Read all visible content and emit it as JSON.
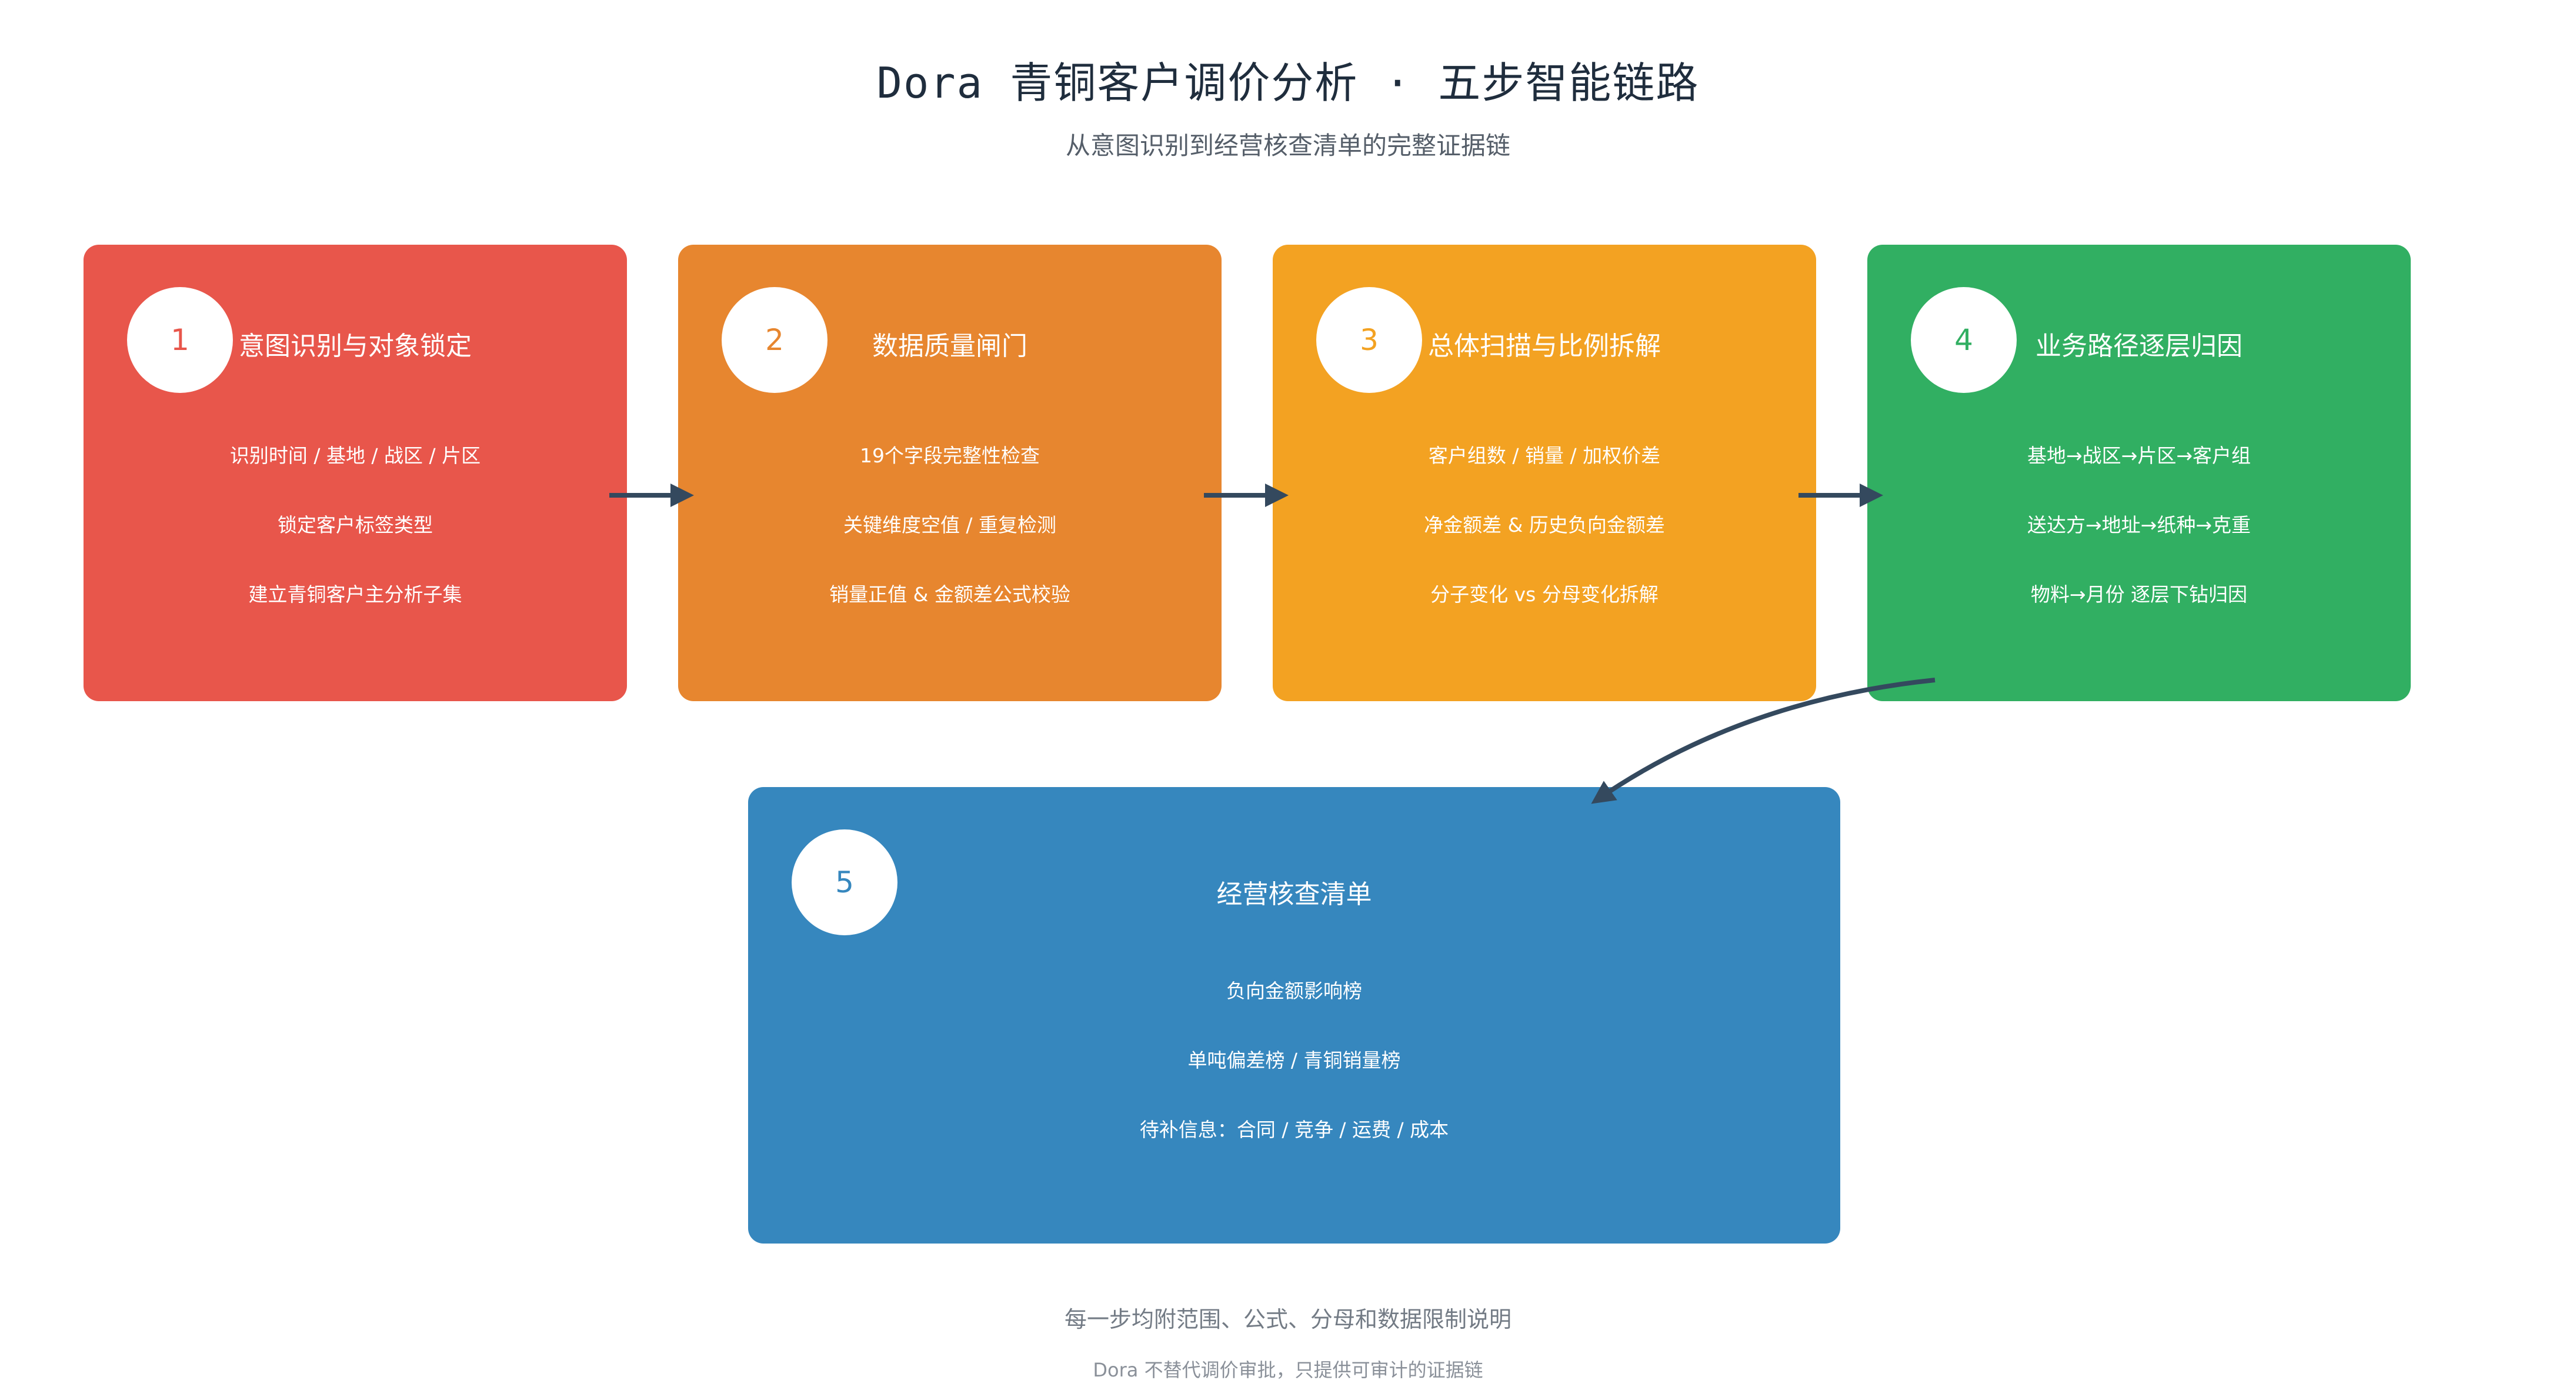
{
  "header": {
    "title": "Dora 青铜客户调价分析 · 五步智能链路",
    "subtitle": "从意图识别到经营核查清单的完整证据链"
  },
  "steps": [
    {
      "number": "1",
      "title": "意图识别与对象锁定",
      "items": [
        "识别时间 / 基地 / 战区 / 片区",
        "锁定客户标签类型",
        "建立青铜客户主分析子集"
      ],
      "color": "#e8564b"
    },
    {
      "number": "2",
      "title": "数据质量闸门",
      "items": [
        "19个字段完整性检查",
        "关键维度空值 / 重复检测",
        "销量正值 & 金额差公式校验"
      ],
      "color": "#e7862f"
    },
    {
      "number": "3",
      "title": "总体扫描与比例拆解",
      "items": [
        "客户组数 / 销量 / 加权价差",
        "净金额差 & 历史负向金额差",
        "分子变化 vs 分母变化拆解"
      ],
      "color": "#f3a222"
    },
    {
      "number": "4",
      "title": "业务路径逐层归因",
      "items": [
        "基地→战区→片区→客户组",
        "送达方→地址→纸种→克重",
        "物料→月份 逐层下钻归因"
      ],
      "color": "#31af62"
    },
    {
      "number": "5",
      "title": "经营核查清单",
      "items": [
        "负向金额影响榜",
        "单吨偏差榜 / 青铜销量榜",
        "待补信息：合同 / 竞争 / 运费 / 成本"
      ],
      "color": "#3687be"
    }
  ],
  "footer": {
    "note": "每一步均附范围、公式、分母和数据限制说明",
    "disclaimer": "Dora 不替代调价审批，只提供可审计的证据链"
  }
}
